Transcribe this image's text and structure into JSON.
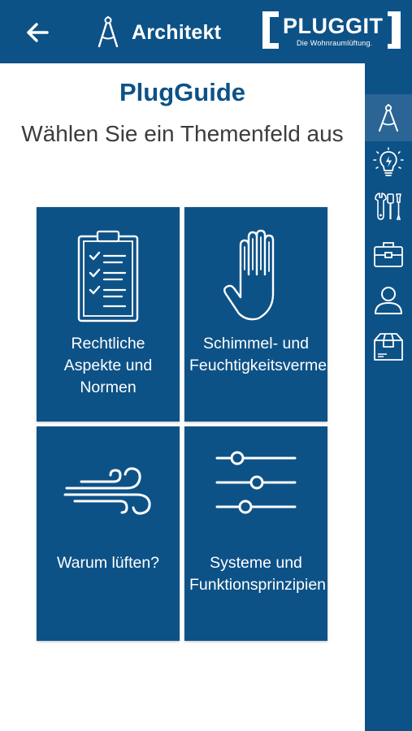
{
  "header": {
    "title": "Architekt",
    "back_icon": "arrow-left-icon",
    "title_icon": "compass-icon",
    "logo_text": "PLUGGIT",
    "logo_tagline": "Die Wohnraumlüftung."
  },
  "page": {
    "title": "PlugGuide",
    "subtitle": "Wählen Sie ein Themenfeld aus"
  },
  "tiles": [
    {
      "label": "Rechtliche Aspekte und Normen",
      "icon": "clipboard-checklist-icon"
    },
    {
      "label": "Schimmel- und Feuchtigkeitsvermeidung",
      "icon": "hand-stop-icon"
    },
    {
      "label": "Warum lüften?",
      "icon": "wind-icon"
    },
    {
      "label": "Systeme und Funktionsprinzipien",
      "icon": "sliders-icon"
    }
  ],
  "sidebar": {
    "items": [
      {
        "icon": "compass-icon",
        "active": true
      },
      {
        "icon": "lightbulb-icon",
        "active": false
      },
      {
        "icon": "tools-icon",
        "active": false
      },
      {
        "icon": "briefcase-icon",
        "active": false
      },
      {
        "icon": "user-icon",
        "active": false
      },
      {
        "icon": "package-box-icon",
        "active": false
      }
    ]
  },
  "colors": {
    "primary": "#0d5287",
    "active_item": "#2a6596",
    "subtitle_text": "#3c3c3c",
    "background": "#ffffff"
  }
}
